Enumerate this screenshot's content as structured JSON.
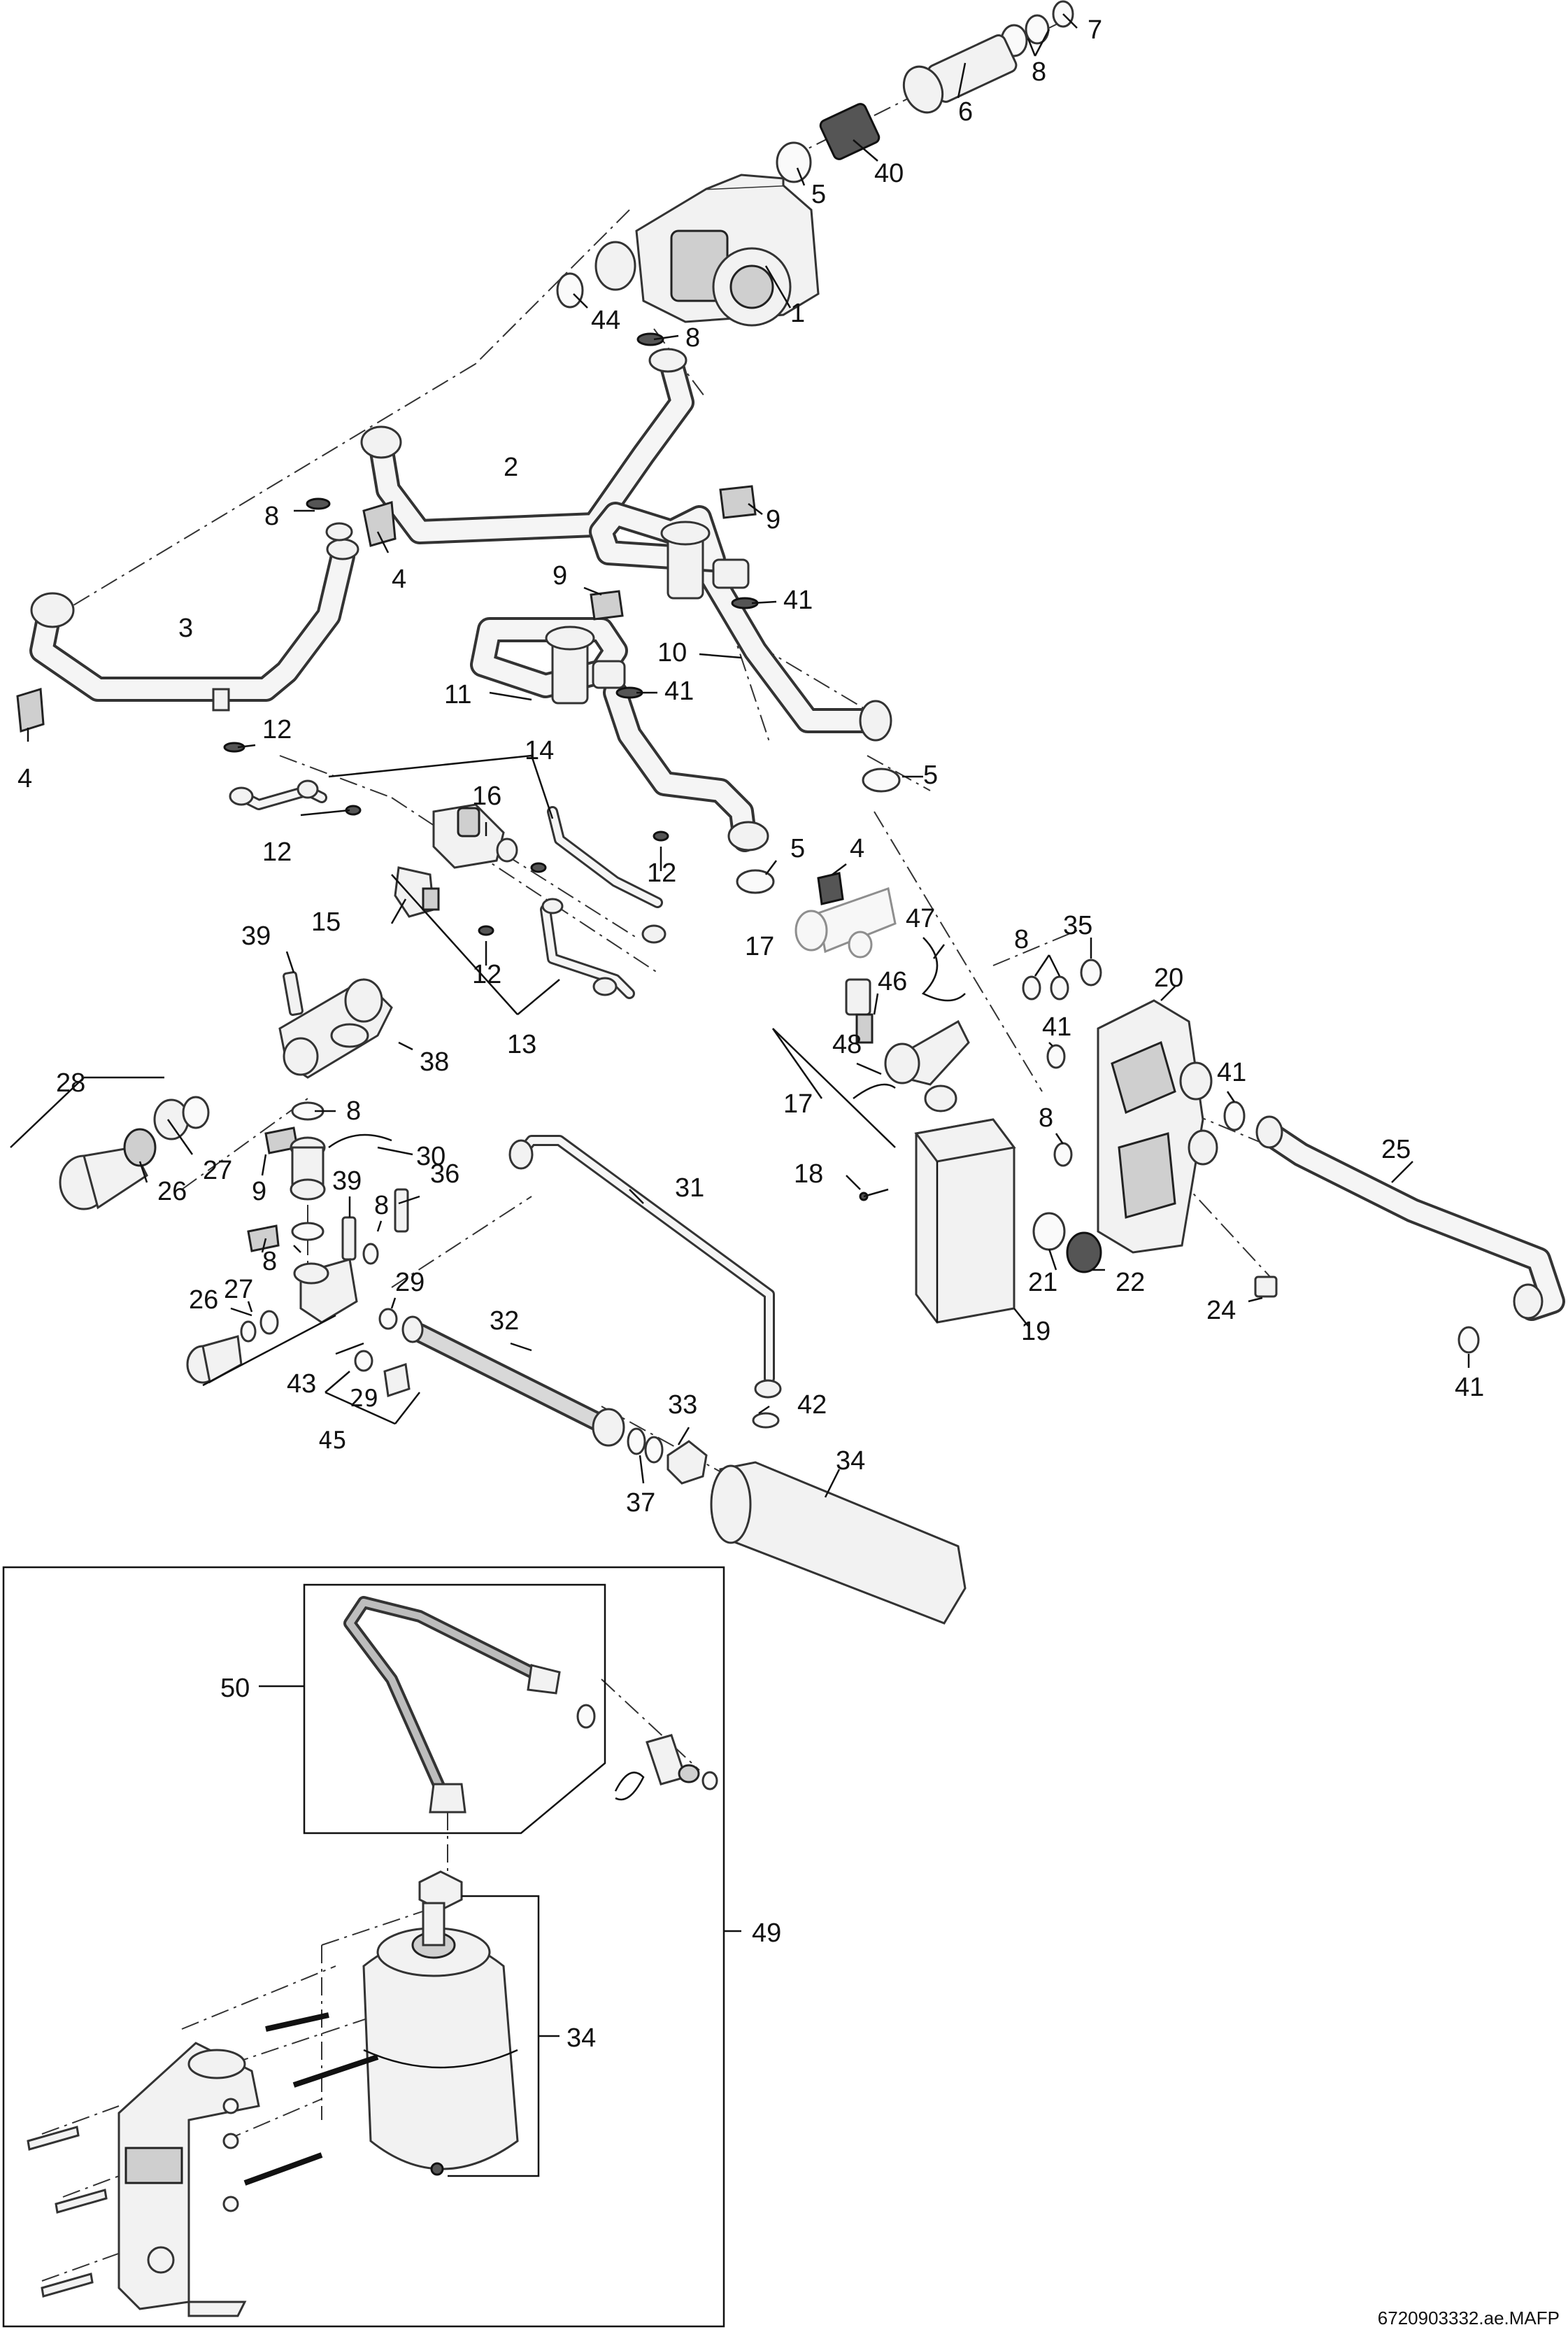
{
  "document_code": "6720903332.ae.MAFP",
  "labels": {
    "l1": "1",
    "l2": "2",
    "l3": "3",
    "l4a": "4",
    "l4b": "4",
    "l4c": "4",
    "l5a": "5",
    "l5b": "5",
    "l5c": "5",
    "l6": "6",
    "l7": "7",
    "l8a": "8",
    "l8b": "8",
    "l8c": "8",
    "l8d": "8",
    "l8e": "8",
    "l8f": "8",
    "l8g": "8",
    "l8h": "8",
    "l9a": "9",
    "l9b": "9",
    "l9c": "9",
    "l10": "10",
    "l11": "11",
    "l12a": "12",
    "l12b": "12",
    "l12c": "12",
    "l12d": "12",
    "l13": "13",
    "l14": "14",
    "l15": "15",
    "l16": "16",
    "l17a": "17",
    "l17b": "17",
    "l18": "18",
    "l19": "19",
    "l20": "20",
    "l21": "21",
    "l22": "22",
    "l24": "24",
    "l25": "25",
    "l26a": "26",
    "l26b": "26",
    "l27a": "27",
    "l27b": "27",
    "l28": "28",
    "l29a": "29",
    "l29b": "29",
    "l30": "30",
    "l31": "31",
    "l32": "32",
    "l33": "33",
    "l34a": "34",
    "l34b": "34",
    "l35": "35",
    "l36": "36",
    "l37": "37",
    "l38": "38",
    "l39a": "39",
    "l39b": "39",
    "l40": "40",
    "l41a": "41",
    "l41b": "41",
    "l41c": "41",
    "l41d": "41",
    "l41e": "41",
    "l42": "42",
    "l43": "43",
    "l44": "44",
    "l45": "45",
    "l46": "46",
    "l47": "47",
    "l48": "48",
    "l49": "49",
    "l50": "50"
  }
}
